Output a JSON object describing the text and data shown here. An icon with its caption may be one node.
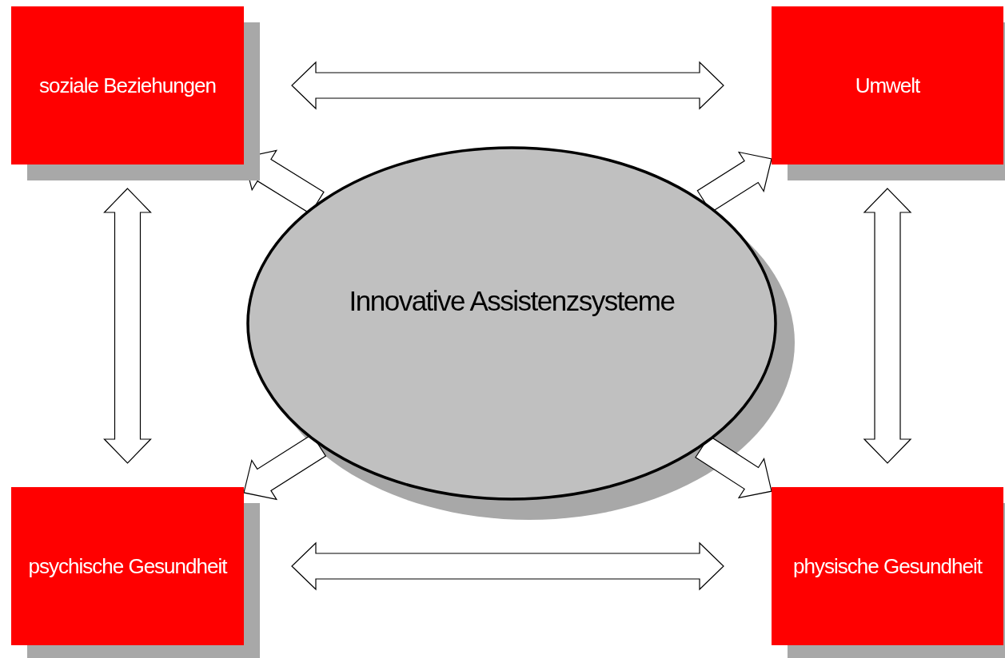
{
  "diagram": {
    "nodes": [
      {
        "text": [
          "soziale Beziehungen"
        ]
      },
      {
        "text": [
          "Umwelt"
        ]
      },
      {
        "text": [
          "Innovative Assistenzsysteme"
        ]
      },
      {
        "text": [
          "psychische Gesundheit"
        ]
      },
      {
        "text": [
          "physische Gesundheit"
        ]
      }
    ],
    "edges": [
      {
        "from": 0,
        "to": 1,
        "arrow": "both"
      },
      {
        "from": 0,
        "to": 3,
        "arrow": "both"
      },
      {
        "from": 1,
        "to": 4,
        "arrow": "both"
      },
      {
        "from": 3,
        "to": 4,
        "arrow": "both"
      },
      {
        "from": 2,
        "to": 0,
        "arrow": "to"
      },
      {
        "from": 2,
        "to": 1,
        "arrow": "to"
      },
      {
        "from": 2,
        "to": 3,
        "arrow": "to"
      },
      {
        "from": 2,
        "to": 4,
        "arrow": "to"
      }
    ]
  }
}
